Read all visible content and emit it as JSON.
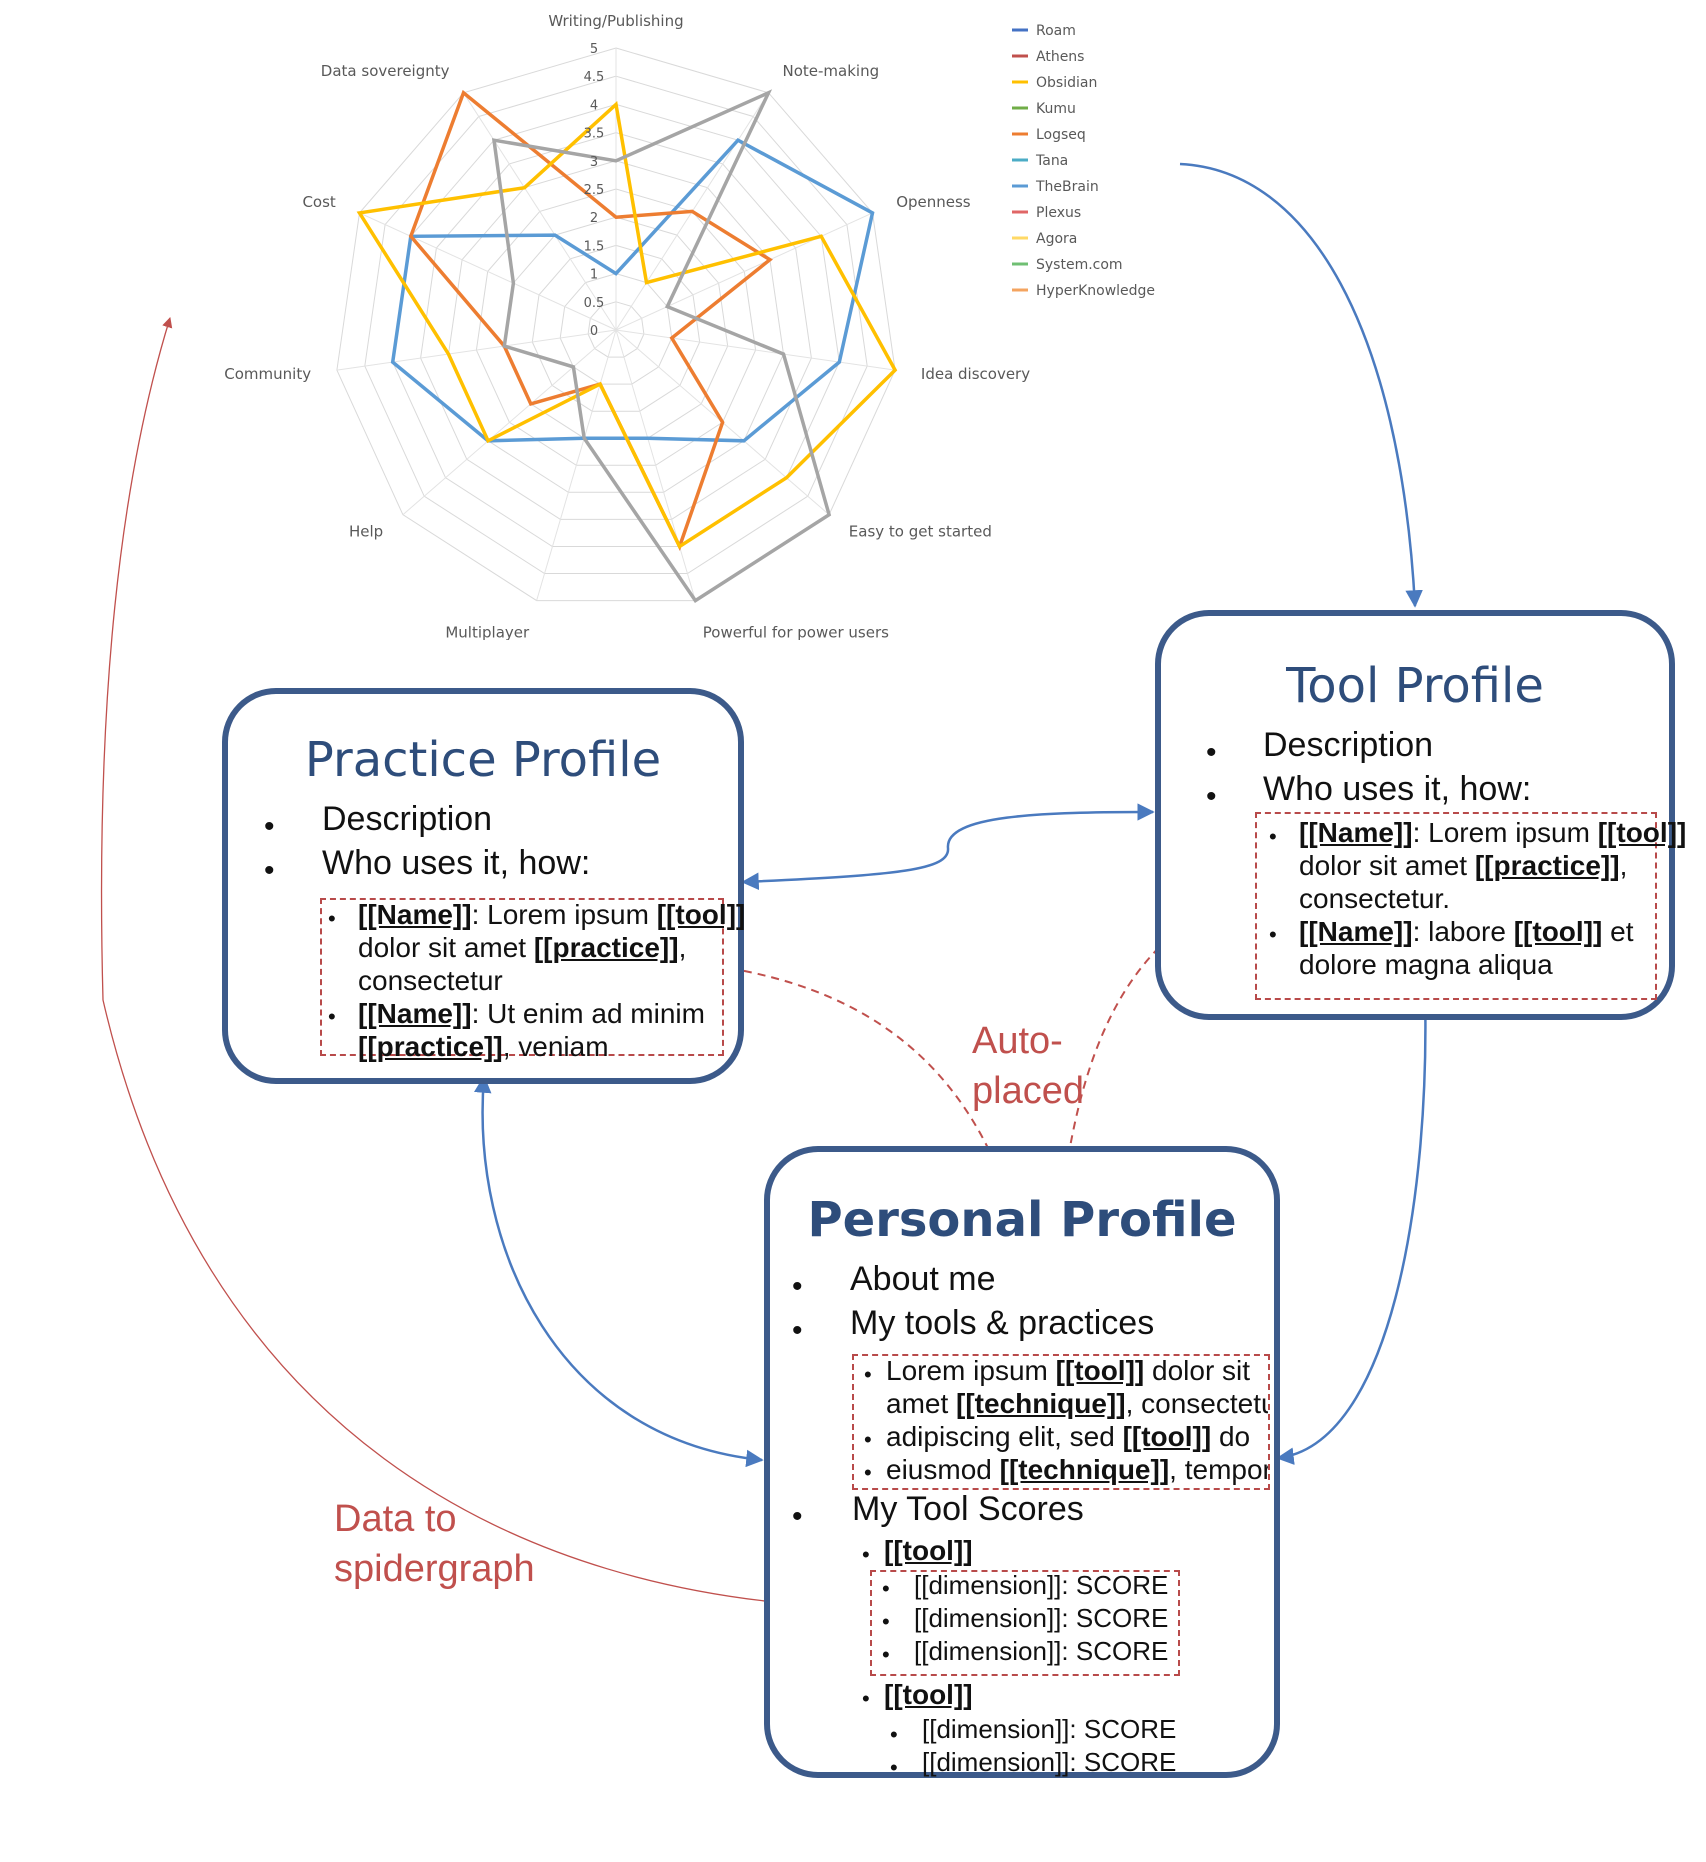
{
  "chart_data": {
    "type": "radar",
    "axes": [
      "Writing/Publishing",
      "Note-making",
      "Openness",
      "Idea discovery",
      "Easy to get started",
      "Powerful for power users",
      "Multiplayer",
      "Help",
      "Community",
      "Cost",
      "Data sovereignty"
    ],
    "rlim": [
      0,
      5
    ],
    "ticks": [
      "0",
      "0.5",
      "1",
      "1.5",
      "2",
      "2.5",
      "3",
      "3.5",
      "4",
      "4.5",
      "5"
    ],
    "grid": true,
    "legend_position": "right",
    "legend": [
      "Roam",
      "Athens",
      "Obsidian",
      "Kumu",
      "Logseq",
      "Tana",
      "TheBrain",
      "Plexus",
      "Agora",
      "System.com",
      "HyperKnowledge"
    ],
    "series": [
      {
        "name": "Roam",
        "color": "#5b9bd5",
        "values": [
          1,
          4,
          5,
          4,
          3,
          2,
          2,
          3,
          4,
          4,
          2
        ]
      },
      {
        "name": "Athens",
        "color": "#ed7d31",
        "values": [
          2,
          2.5,
          3,
          1,
          2.5,
          4,
          1,
          2,
          2,
          4,
          5
        ]
      },
      {
        "name": "Obsidian",
        "color": "#ffc000",
        "values": [
          4,
          1,
          4,
          5,
          4,
          4,
          1,
          3,
          3,
          5,
          3
        ]
      },
      {
        "name": "Kumu",
        "color": "#a5a5a5",
        "values": [
          3,
          5,
          1,
          3,
          5,
          5,
          2,
          1,
          2,
          2,
          4
        ]
      }
    ],
    "legend_colors": [
      "#4472c4",
      "#c0504d",
      "#ffc000",
      "#70ad47",
      "#ed7d31",
      "#4bacc6",
      "#5b9bd5",
      "#e06666",
      "#ffd966",
      "#6fbf73",
      "#f4a460"
    ]
  },
  "tool_profile": {
    "title": "Tool Profile",
    "items": [
      "Description",
      "Who uses it, how:"
    ],
    "examples": [
      {
        "lines": [
          [
            "[[Name]]",
            ": Lorem ipsum ",
            "[[tool]]"
          ],
          [
            "dolor sit amet ",
            "[[practice]]",
            ","
          ],
          [
            "consectetur."
          ]
        ]
      },
      {
        "lines": [
          [
            "[[Name]]",
            ": labore ",
            "[[tool]]",
            " et"
          ],
          [
            "dolore magna aliqua"
          ]
        ]
      }
    ]
  },
  "practice_profile": {
    "title": "Practice Profile",
    "items": [
      "Description",
      "Who uses it, how:"
    ],
    "examples": [
      {
        "lines": [
          [
            "[[Name]]",
            ": Lorem ipsum ",
            "[[tool]]"
          ],
          [
            "dolor sit amet ",
            "[[practice]]",
            ","
          ],
          [
            "consectetur"
          ]
        ]
      },
      {
        "lines": [
          [
            "[[Name]]",
            ": Ut enim ad minim"
          ],
          [
            "[[practice]]",
            ", veniam"
          ]
        ]
      }
    ]
  },
  "personal_profile": {
    "title": "Personal Profile",
    "items": [
      "About me",
      "My tools & practices",
      "My Tool Scores"
    ],
    "tools_practices": [
      {
        "lines": [
          [
            "Lorem ipsum ",
            "[[tool]]",
            " dolor sit"
          ],
          [
            "amet ",
            "[[technique]]",
            ", consectetur"
          ]
        ]
      },
      {
        "lines": [
          [
            "adipiscing elit, sed ",
            "[[tool]]",
            " do"
          ]
        ]
      },
      {
        "lines": [
          [
            "eiusmod ",
            "[[technique]]",
            ", tempor"
          ]
        ]
      }
    ],
    "tool_label": "[[tool]]",
    "score_line": "[[dimension]]: SCORE"
  },
  "annotations": {
    "auto_placed": [
      "Auto-",
      "placed"
    ],
    "data_to_spidergraph": [
      "Data to",
      "spidergraph"
    ]
  },
  "colors": {
    "box_border": "#3c5a8a",
    "title": "#2e4d7b",
    "blue_arrow": "#4a7abf",
    "red_arrow": "#c0504d"
  }
}
